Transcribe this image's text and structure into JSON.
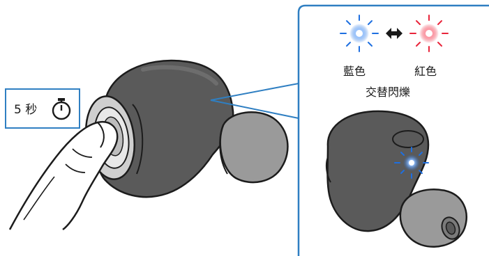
{
  "timer_box": {
    "label": "5 秒",
    "icon": "stopwatch-icon"
  },
  "indicator": {
    "color_a": {
      "label": "藍色",
      "hex": "#1e6fe0"
    },
    "color_b": {
      "label": "紅色",
      "hex": "#e8243a"
    },
    "swap_icon": "double-arrow-icon",
    "caption": "交替閃爍"
  },
  "colors": {
    "accent_blue": "#2f7fc2",
    "earbud_body": "#5a5a5a",
    "earbud_outline": "#1c1c1c",
    "ear_tip": "#9a9a9a"
  }
}
